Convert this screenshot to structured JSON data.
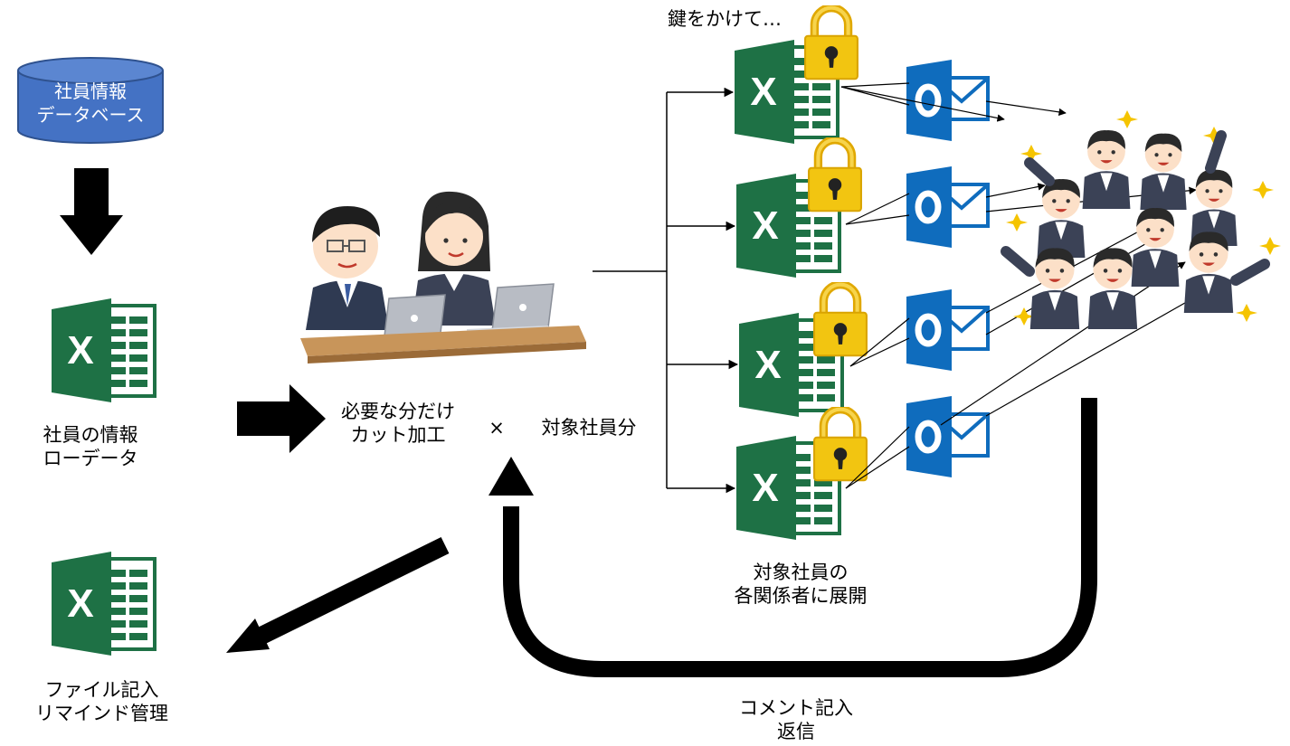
{
  "database": {
    "line1": "社員情報",
    "line2": "データベース",
    "color": "#4472C4"
  },
  "raw_data": {
    "line1": "社員の情報",
    "line2": "ローデータ"
  },
  "process": {
    "line1": "必要な分だけ",
    "line2": "カット加工",
    "multiply": "×",
    "target": "対象社員分"
  },
  "lock_note": "鍵をかけて…",
  "distribute": {
    "line1": "対象社員の",
    "line2": "各関係者に展開"
  },
  "reply": {
    "line1": "コメント記入",
    "line2": "返信"
  },
  "manage": {
    "line1": "ファイル記入",
    "line2": "リマインド管理"
  },
  "icons": {
    "excel": "excel-icon",
    "outlook": "outlook-icon",
    "lock": "padlock-icon",
    "workers": "office-workers-illustration",
    "crowd": "cheering-employees-illustration"
  },
  "colors": {
    "excel": "#1E7145",
    "outlook": "#0F6CBD",
    "lock": "#F2C511",
    "arrow": "#000000"
  }
}
